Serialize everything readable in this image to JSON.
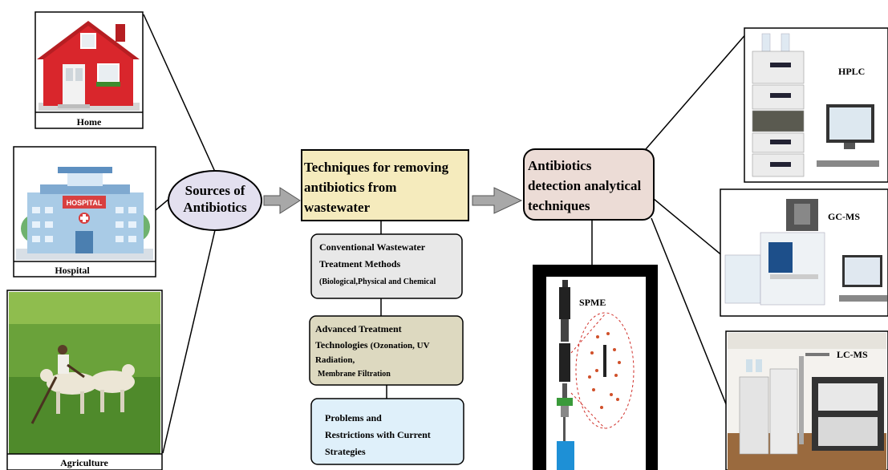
{
  "sources": {
    "center_line1": "Sources of",
    "center_line2": "Antibiotics",
    "home": "Home",
    "hospital": "Hospital",
    "hospital_sign": "HOSPITAL",
    "agriculture": "Agriculture"
  },
  "removal": {
    "title_line1": "Techniques for removing",
    "title_line2": "antibiotics from",
    "title_line3": "wastewater",
    "conventional_line1": "Conventional Wastewater",
    "conventional_line2": "Treatment Methods",
    "conventional_line3": "(Biological,Physical and Chemical",
    "advanced_line1": "Advanced Treatment",
    "advanced_line2a": "Technologies ",
    "advanced_line2b": "(Ozonation, UV",
    "advanced_line3": "Radiation,",
    "advanced_line4": "Membrane Filtration",
    "problems_line1": "Problems and",
    "problems_line2": "Restrictions with Current",
    "problems_line3": "Strategies"
  },
  "detection": {
    "title_line1": "Antibiotics",
    "title_line2": "detection analytical",
    "title_line3": "techniques",
    "spme": "SPME",
    "hplc": "HPLC",
    "gcms": "GC-MS",
    "lcms": "LC-MS"
  },
  "colors": {
    "ellipse_fill": "#e3e0ef",
    "removal_title_fill": "#f5ebbd",
    "conventional_fill": "#e8e8e8",
    "advanced_fill": "#ddd9c0",
    "problems_fill": "#dff0fa",
    "detection_fill": "#ecdcd6",
    "arrow_fill": "#a8a8a8"
  }
}
